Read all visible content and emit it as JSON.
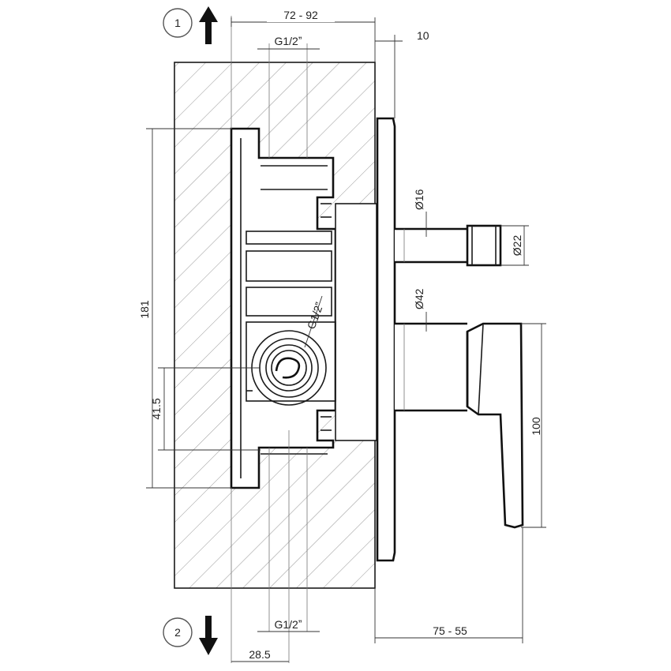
{
  "flow_markers": [
    {
      "number": "1",
      "direction": "up"
    },
    {
      "number": "2",
      "direction": "down"
    }
  ],
  "dimensions": {
    "wall_depth_range": "72  -  92",
    "plate_offset": "10",
    "thread_top": "G1/2ˮ",
    "thread_bottom": "G1/2ˮ",
    "thread_outlet": "G1/2ˮ",
    "total_height": "181",
    "inlet_height": "41.5",
    "outlet_pipe_diameter": "Ø16",
    "outlet_tip_diameter": "Ø22",
    "body_diameter": "Ø42",
    "lever_height": "100",
    "projection_range": "75  -  55",
    "bottom_offset": "28.5"
  }
}
